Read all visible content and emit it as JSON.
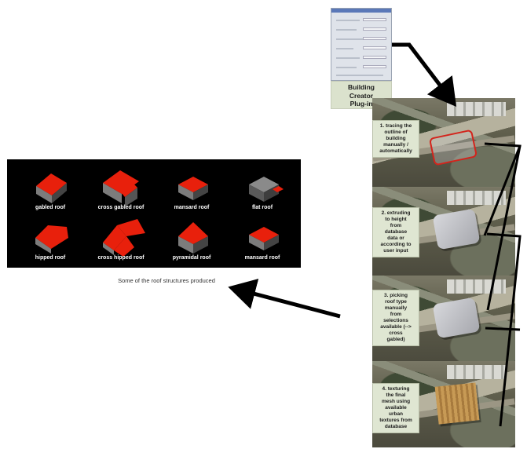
{
  "plugin": {
    "label_lines": [
      "Building",
      "Creator",
      "Plug-in"
    ]
  },
  "steps": [
    {
      "lines": [
        "1. tracing the",
        "outline of",
        "building",
        "manually /",
        "automatically"
      ]
    },
    {
      "lines": [
        "2. extruding",
        "to height",
        "from",
        "database",
        "data or",
        "according to",
        "user input"
      ]
    },
    {
      "lines": [
        "3. picking",
        "roof type",
        "manually",
        "from",
        "selections",
        "available (-->",
        "cross",
        "gabled)"
      ]
    },
    {
      "lines": [
        "4. texturing",
        "the final",
        "mesh using",
        "available",
        "urban",
        "textures from",
        "database"
      ]
    }
  ],
  "roofs": [
    {
      "label": "gabled roof",
      "kind": "gabled"
    },
    {
      "label": "cross gabled roof",
      "kind": "cross-gabled"
    },
    {
      "label": "mansard roof",
      "kind": "mansard"
    },
    {
      "label": "flat roof",
      "kind": "flat"
    },
    {
      "label": "hipped roof",
      "kind": "hipped"
    },
    {
      "label": "cross hipped roof",
      "kind": "cross-hipped"
    },
    {
      "label": "pyramidal roof",
      "kind": "pyramidal"
    },
    {
      "label": "mansard roof",
      "kind": "mansard"
    }
  ],
  "roof_caption": "Some of the roof structures produced",
  "colors": {
    "roof_red": "#e8200c",
    "wall_grey": "#7c7c7c",
    "arrow": "#000000",
    "caption_bg": "#dfe6d2"
  }
}
